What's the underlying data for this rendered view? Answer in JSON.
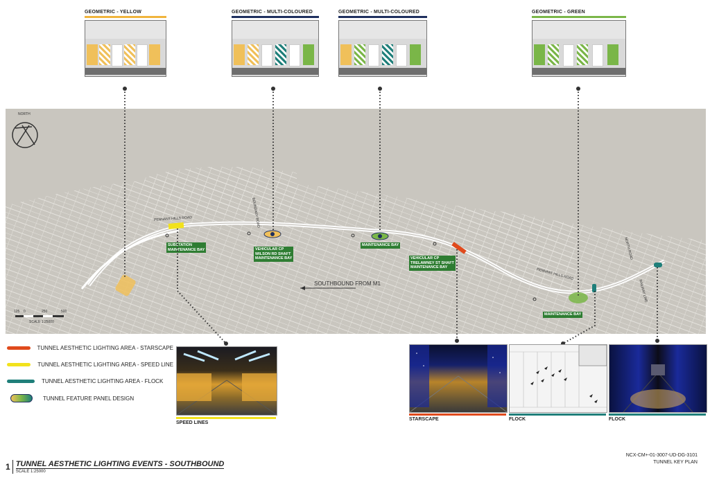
{
  "panels": [
    {
      "title": "GEOMETRIC - YELLOW",
      "line_color": "#f0b43c"
    },
    {
      "title": "GEOMETRIC - MULTI-COLOURED",
      "line_color": "#1e2f5e"
    },
    {
      "title": "GEOMETRIC - MULTI-COLOURED",
      "line_color": "#1e2f5e"
    },
    {
      "title": "GEOMETRIC - GREEN",
      "line_color": "#7ab648"
    }
  ],
  "map": {
    "north_label": "NORTH",
    "direction_label": "SOUTHBOUND FROM M1",
    "road_labels": {
      "pennant_hills_road_1": "PENNANT HILLS ROAD",
      "pennant_hills_road_2": "PENNANT HILLS ROAD",
      "boundary_road": "BOUNDARY ROAD",
      "north_road": "NORTH ROAD",
      "railway_line": "RAILWAY LINE"
    },
    "scale_ticks": [
      "125",
      "0",
      "250",
      "500"
    ],
    "scale_label": "SCALE 1:25000",
    "callouts": {
      "substation": "SUBSTATION\nMAINTENANCE BAY",
      "wilson": "VEHICULAR CP\nWILSON RD SHAFT\nMAINTENANCE BAY",
      "maintenance1": "MAINTENANCE BAY",
      "trelawney": "VEHICULAR CP\nTRELAWNEY ST SHAFT\nMAINTENANCE BAY",
      "maintenance2": "MAINTENANCE BAY"
    }
  },
  "legend": [
    {
      "label": "TUNNEL AESTHETIC LIGHTING AREA - STARSCAPE",
      "color": "#e04a1c"
    },
    {
      "label": "TUNNEL AESTHETIC LIGHTING AREA - SPEED LINE",
      "color": "#f2e21c"
    },
    {
      "label": "TUNNEL AESTHETIC LIGHTING AREA - FLOCK",
      "color": "#1f7f7a"
    },
    {
      "label": "TUNNEL FEATURE PANEL DESIGN",
      "color": "gradient"
    }
  ],
  "photos": {
    "speed_lines": {
      "caption": "SPEED LINES",
      "line_color": "#f2e21c"
    },
    "starscape": {
      "caption": "STARSCAPE",
      "line_color": "#e04a1c"
    },
    "flock1": {
      "caption": "FLOCK",
      "line_color": "#1f7f7a"
    },
    "flock2": {
      "caption": "FLOCK",
      "line_color": "#1f7f7a"
    }
  },
  "footer": {
    "number": "1",
    "title": "TUNNEL AESTHETIC LIGHTING EVENTS - SOUTHBOUND",
    "scale": "SCALE 1:25000",
    "drawing_number": "NCX-CM+-01-3007-UD-DG-3101",
    "drawing_title": "TUNNEL KEY PLAN"
  }
}
